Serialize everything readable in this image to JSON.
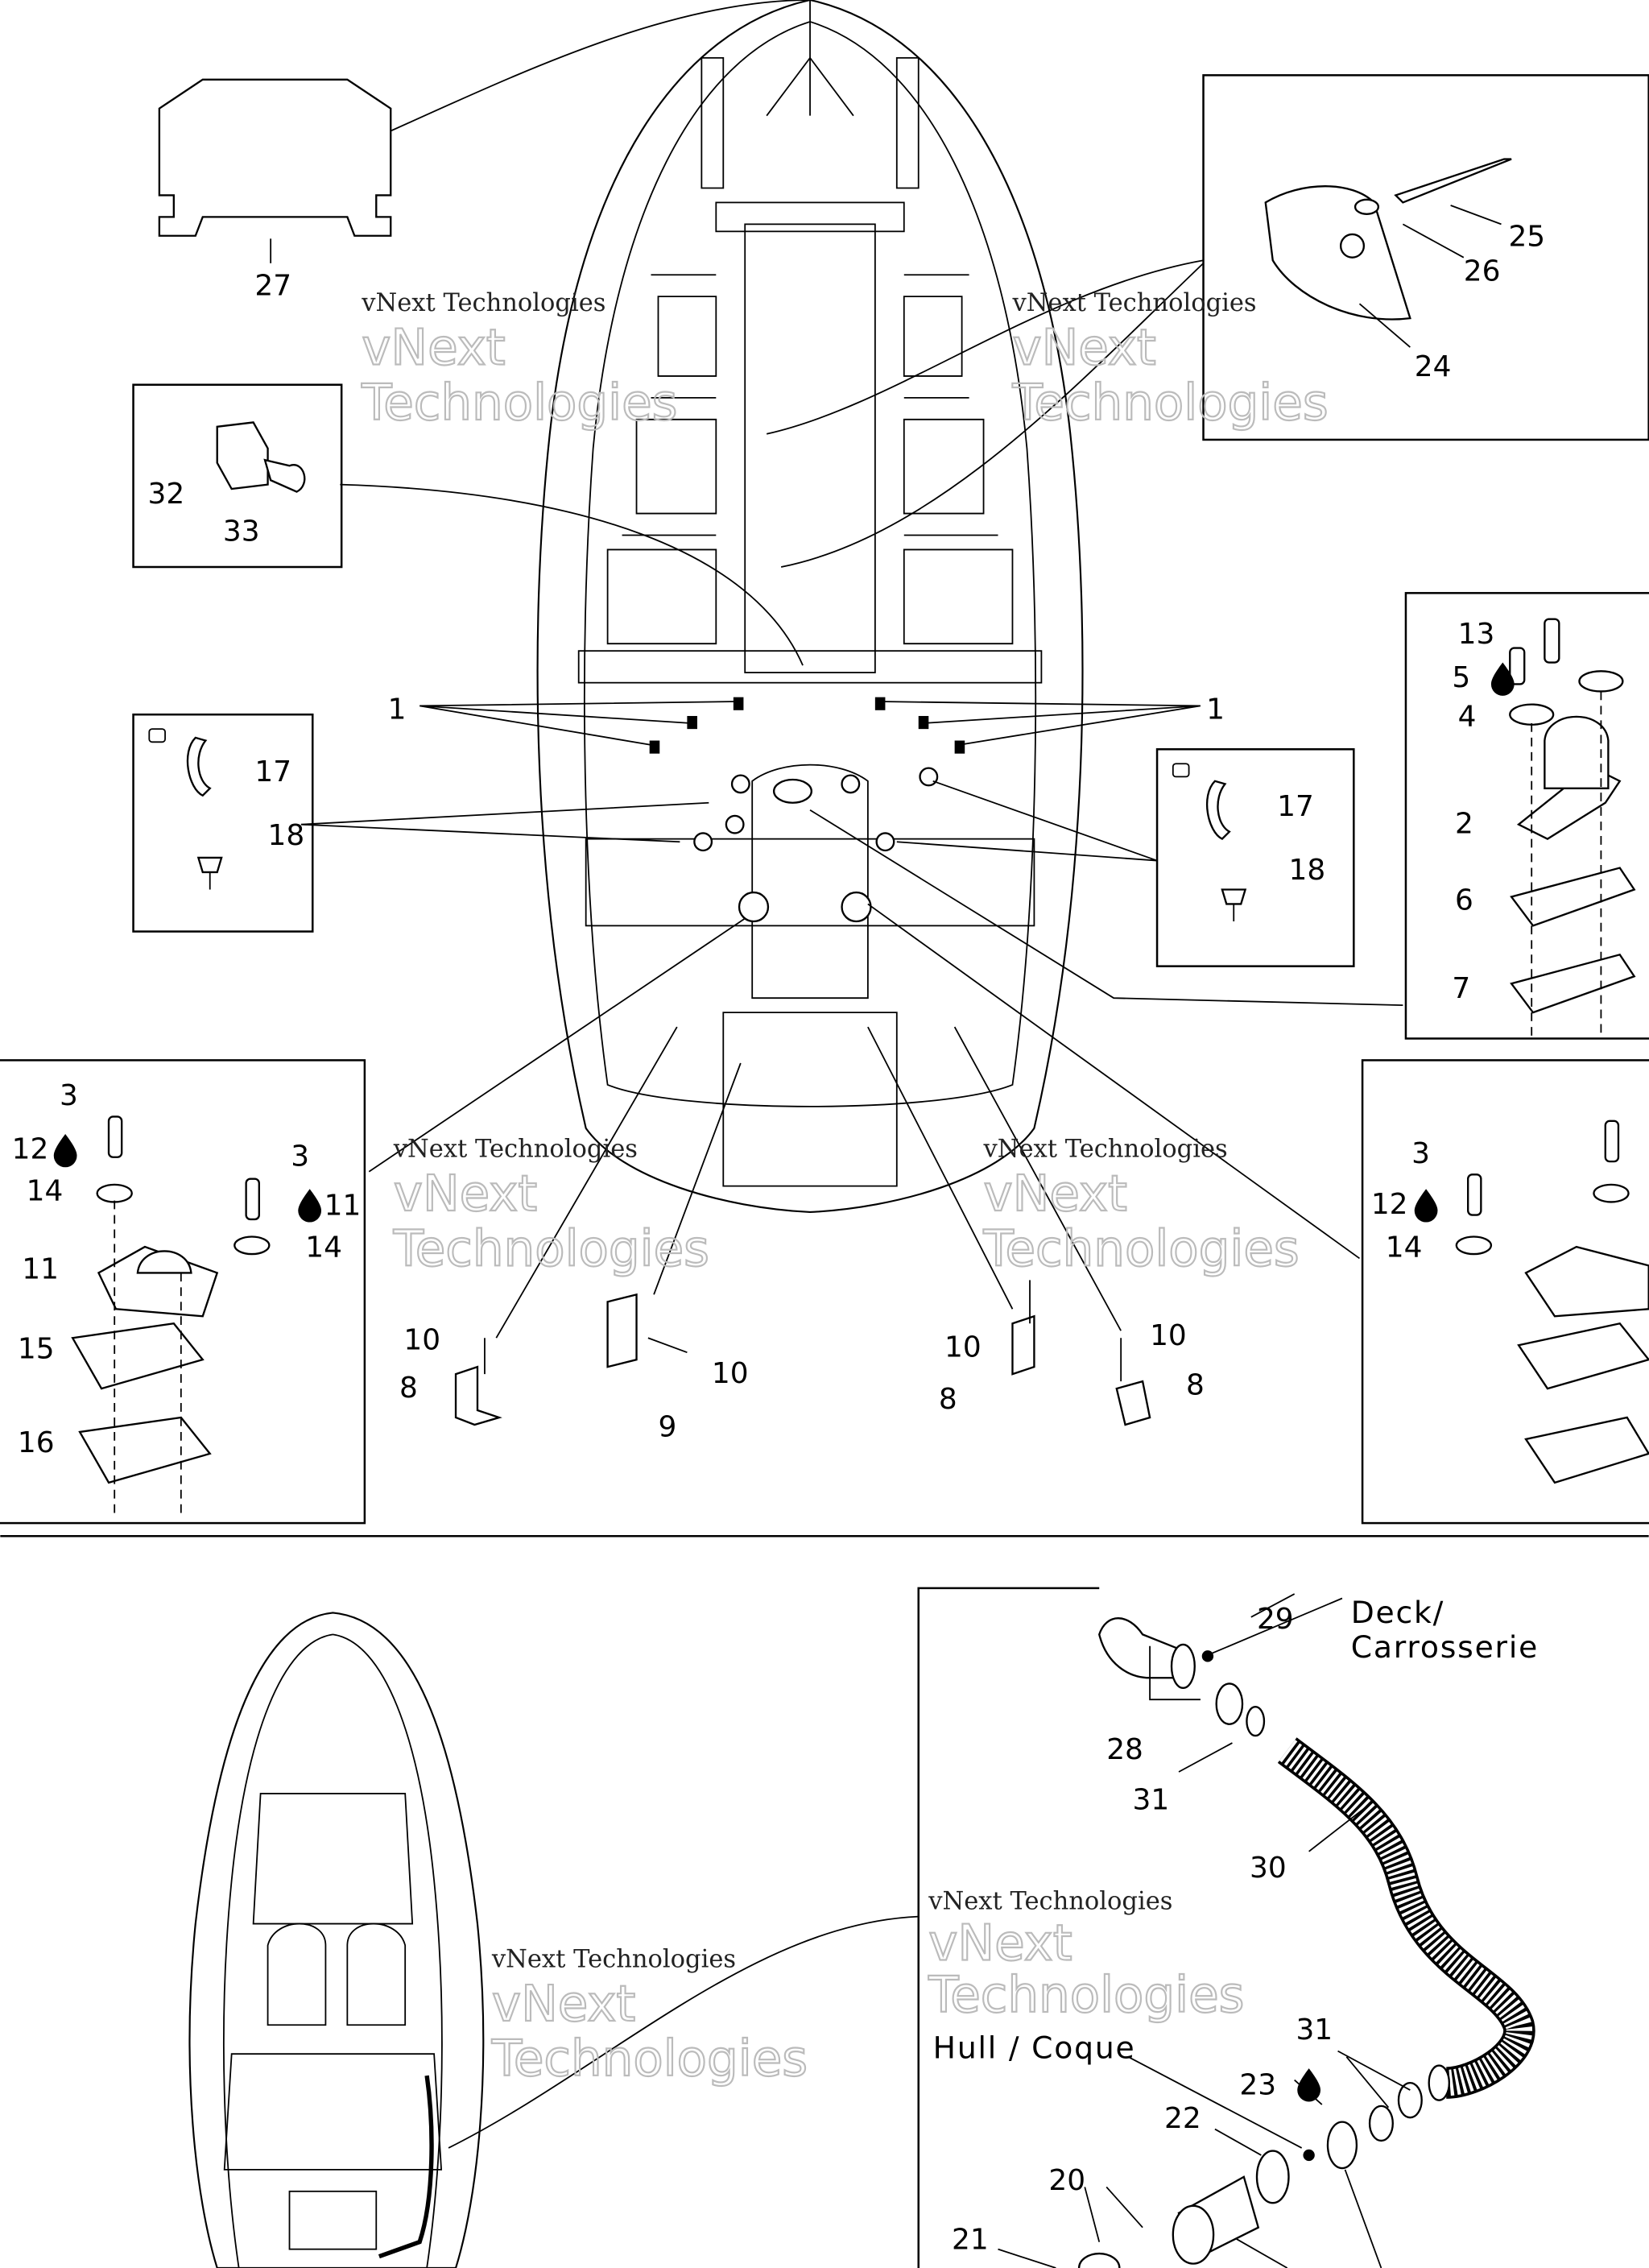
{
  "watermark": {
    "line1": "vNext",
    "line2": "Technologies",
    "small": "vNext Technologies"
  },
  "callouts": {
    "p27": "27",
    "p32": "32",
    "p33": "33",
    "p25": "25",
    "p26": "26",
    "p24": "24",
    "p1a": "1",
    "p1b": "1",
    "p17a": "17",
    "p18a": "18",
    "p17b": "17",
    "p18b": "18",
    "p13": "13",
    "p5": "5",
    "p4": "4",
    "p2": "2",
    "p6": "6",
    "p7": "7",
    "p3a": "3",
    "p12a": "12",
    "p14a": "14",
    "p3b": "3",
    "p11b": "11",
    "p14b": "14",
    "p11a": "11",
    "p15": "15",
    "p16": "16",
    "p10a": "10",
    "p8a": "8",
    "p9": "9",
    "p10b": "10",
    "p10c": "10",
    "p8b": "8",
    "p10d": "10",
    "p8c": "8",
    "p3c": "3",
    "p12c": "12",
    "p14c": "14",
    "p29": "29",
    "p28": "28",
    "p31a": "31",
    "p30": "30",
    "p31b": "31",
    "p23": "23",
    "p22": "22",
    "p20": "20",
    "p21": "21"
  },
  "labels": {
    "deck_line1": "Deck/",
    "deck_line2": "Carrosserie",
    "hull": "Hull / Coque"
  },
  "icons": {
    "sealant": "sealant-drop-icon"
  }
}
